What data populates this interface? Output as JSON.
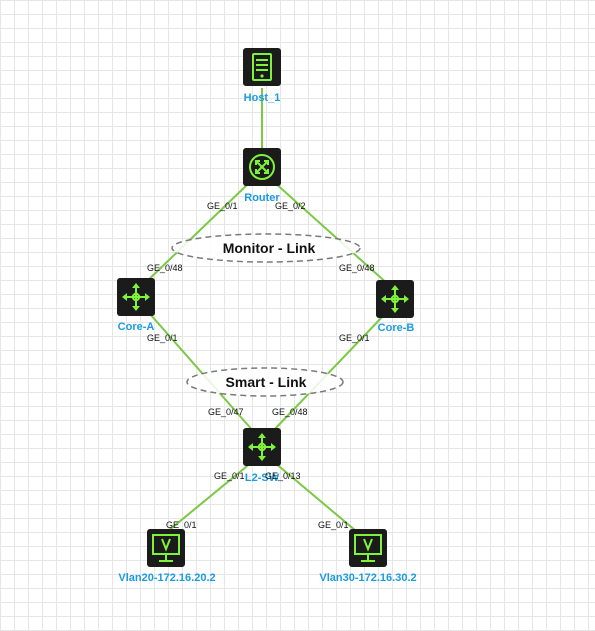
{
  "nodes": {
    "host": {
      "label": "Host_1",
      "icon": "server-icon"
    },
    "router": {
      "label": "Router",
      "icon": "router-icon"
    },
    "core_a": {
      "label": "Core-A",
      "icon": "switch-icon"
    },
    "core_b": {
      "label": "Core-B",
      "icon": "switch-icon"
    },
    "l2": {
      "label": "L2-SW",
      "icon": "switch-icon"
    },
    "pc1": {
      "label": "Vlan20-172.16.20.2",
      "icon": "monitor-icon"
    },
    "pc2": {
      "label": "Vlan30-172.16.30.2",
      "icon": "monitor-icon"
    }
  },
  "groups": {
    "monitor": "Monitor - Link",
    "smart": "Smart - Link"
  },
  "ports": {
    "router_p1": "GE_0/1",
    "router_p2": "GE_0/2",
    "core_a_up": "GE_0/48",
    "core_b_up": "GE_0/48",
    "core_a_down": "GE_0/1",
    "core_b_down": "GE_0/1",
    "l2_p47": "GE_0/47",
    "l2_p48": "GE_0/48",
    "l2_p1": "GE_0/1",
    "l2_p13": "GE_0/13",
    "pc1_p": "GE_0/1",
    "pc2_p": "GE_0/1"
  },
  "colors": {
    "link": "#7ac943",
    "icon_glyph": "#7ff23a",
    "device": "#1b1b1b",
    "label": "#1a9be0"
  }
}
